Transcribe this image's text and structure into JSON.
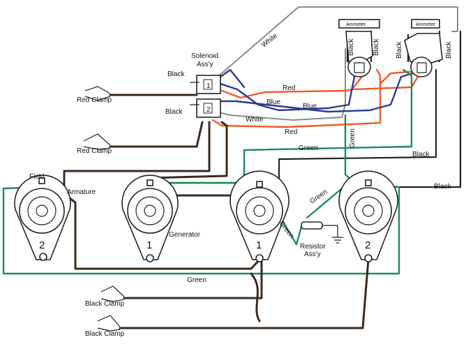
{
  "labels": {
    "solenoid": "Solenoid",
    "solenoid2": "Ass'y",
    "ammeter_left": "Ammeter",
    "ammeter_right": "Ammeter",
    "red_clamp_1": "Red Clamp",
    "red_clamp_2": "Red Clamp",
    "black_clamp_1": "Black Clamp",
    "black_clamp_2": "Black Clamp",
    "field": "Field",
    "armature": "Armature",
    "generator": "Generator",
    "resistor": "Resistor",
    "resistor2": "Ass'y",
    "sol_terminal_1": "1",
    "sol_terminal_2": "2",
    "unit_left_num": "2",
    "unit_gen_num": "1",
    "unit_mid_num": "1",
    "unit_right_num": "2"
  },
  "wire_labels": {
    "white_top": "White",
    "black_sol_1": "Black",
    "black_sol_2": "Black",
    "red_1": "Red",
    "blue_1": "Blue",
    "blue_2": "Blue",
    "white_2": "White",
    "red_2": "Red",
    "green_top": "Green",
    "green_vert": "Green",
    "black_right_1": "Black",
    "black_right_2": "Black",
    "green_diag": "Green",
    "green_res": "Green",
    "green_bottom": "Green",
    "amm_l_black_1": "Black",
    "amm_l_black_2": "Black",
    "amm_r_black_1": "Black",
    "amm_r_black_2": "Black"
  },
  "colors": {
    "black_wire": "#3a2a1e",
    "red_wire": "#f05a22",
    "blue_wire": "#2b3a8f",
    "green_wire": "#1e8a5a",
    "white_wire": "#8a8a8a"
  }
}
